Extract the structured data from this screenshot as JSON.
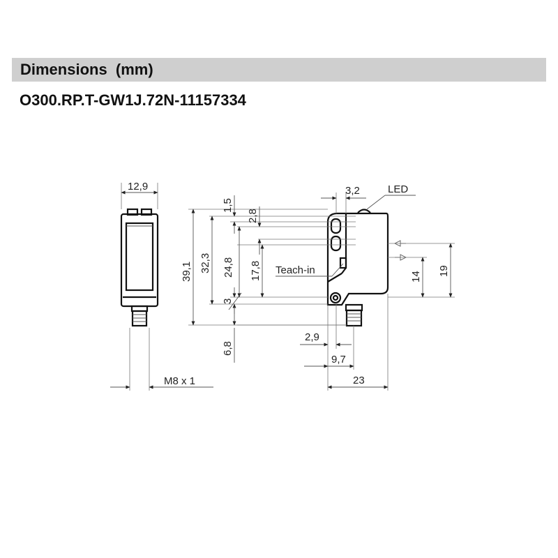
{
  "header": {
    "title": "Dimensions  (mm)"
  },
  "model": {
    "code": "O300.RP.T-GW1J.72N-11157334"
  },
  "labels": {
    "width_top": "12,9",
    "thread": "M8 x 1",
    "d_1_5": "1,5",
    "d_2_8": "2,8",
    "d_39_1": "39,1",
    "d_32_3": "32,3",
    "d_24_8": "24,8",
    "d_17_8": "17,8",
    "d_3": "3",
    "d_6_8": "6,8",
    "d_3_2": "3,2",
    "led": "LED",
    "teach_in": "Teach-in",
    "d_14": "14",
    "d_19": "19",
    "d_2_9": "2,9",
    "d_9_7": "9,7",
    "d_23": "23"
  }
}
